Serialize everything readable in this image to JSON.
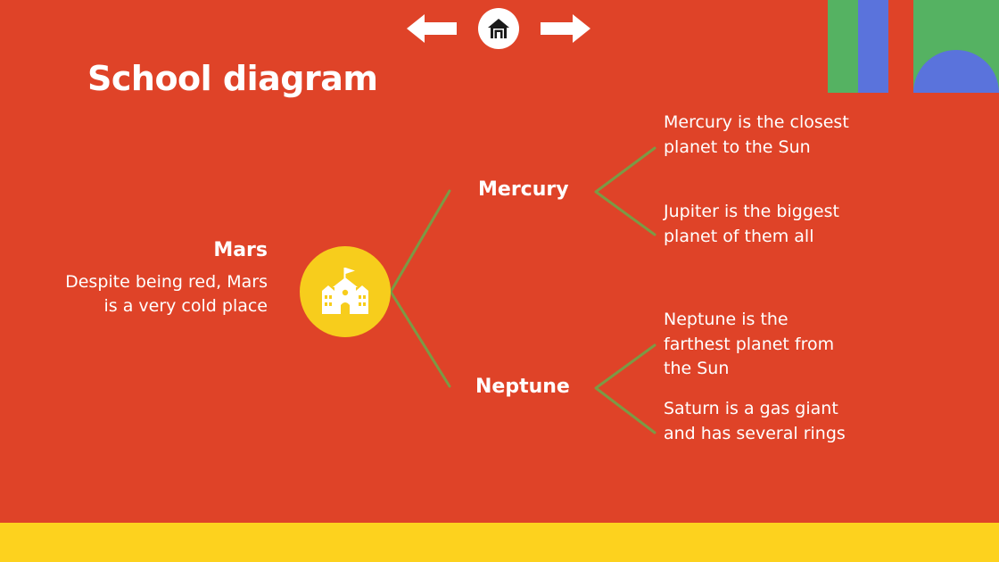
{
  "nav": {
    "prev_icon": "left-arrow-icon",
    "home_icon": "house-icon",
    "next_icon": "right-arrow-icon"
  },
  "title": "School diagram",
  "hub": {
    "icon": "school-building-icon"
  },
  "root": {
    "title": "Mars",
    "description": "Despite being red, Mars is a very cold place"
  },
  "branches": [
    {
      "label": "Mercury",
      "leaves": [
        "Mercury is the closest planet to the Sun",
        "Jupiter is the biggest planet of them all"
      ]
    },
    {
      "label": "Neptune",
      "leaves": [
        "Neptune is the farthest planet from the Sun",
        "Saturn is a gas giant and has several rings"
      ]
    }
  ],
  "colors": {
    "background": "#df4328",
    "connector": "#7b9a45",
    "hub": "#f7cd1c",
    "footer": "#fdd21e",
    "deco_green": "#55b262",
    "deco_blue": "#5a73dc"
  }
}
